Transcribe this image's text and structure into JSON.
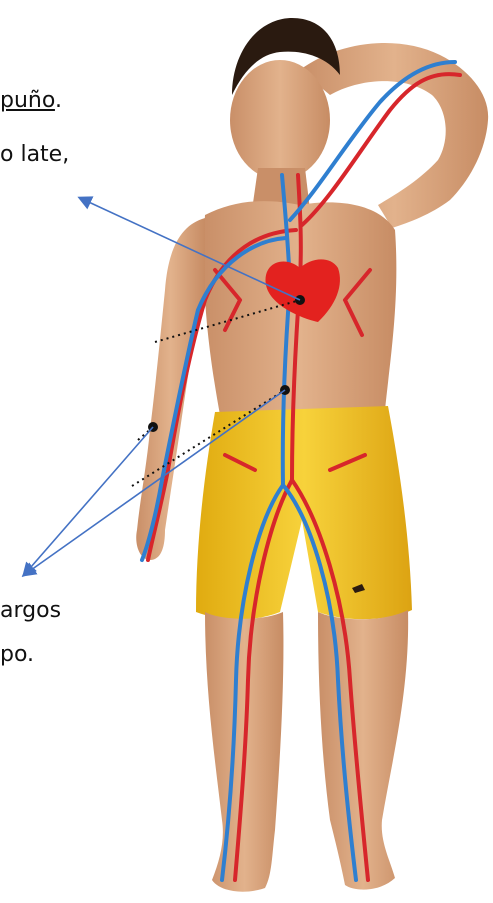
{
  "labels": {
    "heart_line1_underlined": "puño",
    "heart_line1_end": ".",
    "heart_line2": "o late,",
    "vessels_line1": "argos",
    "vessels_line2": "po."
  },
  "colors": {
    "artery": "#d7262b",
    "vein": "#2f7fd0",
    "heart": "#e3221f",
    "skin": "#d8a57e",
    "shorts": "#f2c52c",
    "hair": "#2a1a10",
    "arrow": "#4472c4",
    "marker": "#111111"
  }
}
